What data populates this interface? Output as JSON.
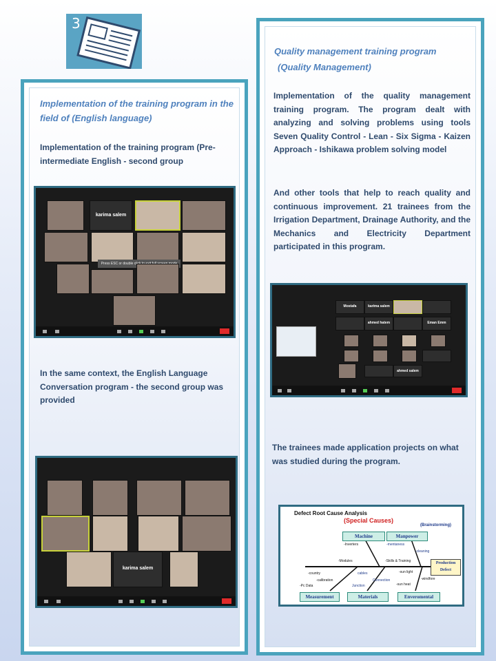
{
  "badge": {
    "number": "3",
    "icon": "newspaper-icon"
  },
  "left": {
    "title": "Implementation of the training program in the field of (English language)",
    "para1": "Implementation of the training program (Pre-intermediate English - second group",
    "shot1": {
      "tiles": [
        "karima salem"
      ],
      "banner": "Press ESC or double click to exit full screen mode"
    },
    "para2": "In the same context, the English Language Conversation program - the second group was provided",
    "shot2": {
      "tiles": [
        "karima salem"
      ]
    }
  },
  "right": {
    "title_line1": "Quality management training program",
    "title_line2": "(Quality Management)",
    "para1": "Implementation of the quality management training program. The program dealt with analyzing and solving problems using tools Seven Quality Control - Lean - Six Sigma - Kaizen Approach - Ishikawa problem solving model",
    "para2": "And other tools that help to reach quality and continuous improvement. 21 trainees from the Irrigation Department, Drainage Authority, and the Mechanics and Electricity Department participated in this program.",
    "para3": "The trainees made application projects on what was studied during the program.",
    "shot3": {
      "tiles": [
        "Mostafa",
        "karima salem",
        "ahmed hatem",
        "Eman Emm",
        "ahmed salem"
      ]
    },
    "fishbone": {
      "title": "Defect Root Cause Analysis",
      "subtitle": "(Special Causes)",
      "tag": "(Brainstorming)",
      "head": "Production Defect",
      "top": [
        "Machine",
        "Manpower"
      ],
      "bottom": [
        "Measurement",
        "Materials",
        "Enveromental"
      ],
      "labels": [
        "-Inverters",
        "-Modules",
        "-Skills & Training",
        "-mentaness",
        "-cleaning",
        "-country",
        "-calibration",
        "-Pc Data",
        "cables",
        "Connection",
        "Junction",
        "-sun light",
        "-windfore",
        "-sun heat"
      ]
    }
  }
}
